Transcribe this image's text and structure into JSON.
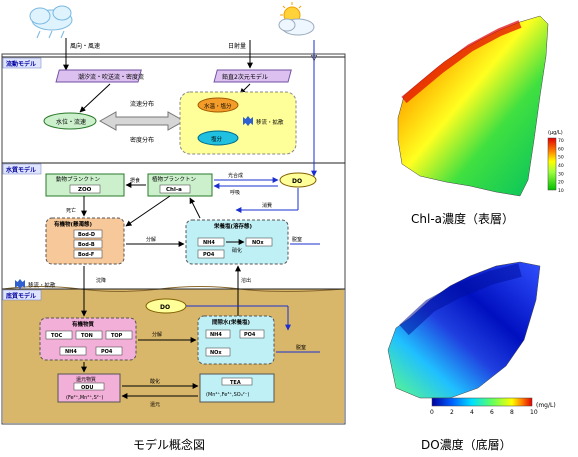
{
  "labels": {
    "weather_sea": "風向・風速",
    "weather_sun": "日射量",
    "layer_atm": "流動モデル",
    "layer_wq": "水質モデル",
    "layer_sed": "底質モデル",
    "model_left": "潮汐流・吹送流・密度流",
    "model_right": "鉛直2次元モデル",
    "flow_label": "水位・流速",
    "temp_label": "水温・塩分",
    "salinity_label": "塩分",
    "flux1": "流速分布",
    "flux2": "密度分布",
    "diffusion": "移流・拡散",
    "phyto": "植物プランクトン",
    "zoo_full": "動物プランクトン",
    "zoo_code": "ZOO",
    "phyto_code": "Chl-a",
    "do": "DO",
    "detritus": "有機物(懸濁態)",
    "organic_items": [
      "Bod-D",
      "Bod-B",
      "Bod-F"
    ],
    "nutrients": "栄養塩(溶存態)",
    "nutrient_items": [
      "NH4",
      "NOx",
      "PO4"
    ],
    "sed_organic": "有機物質",
    "sed_items": [
      "TOC",
      "TON",
      "TOP"
    ],
    "sed_nut_items": [
      "NH4",
      "PO4"
    ],
    "porewater": "間隙水(栄養塩)",
    "pore_items": [
      "NH4",
      "PO4",
      "NOx"
    ],
    "sed_do": "DO",
    "odu_title": "還元物質",
    "odu_code": "ODU",
    "odu_eq": "(Fe²⁺,Mn²⁺,S²⁻)",
    "tea_title": "TEA",
    "tea_eq": "(Mn⁴⁺,Fe³⁺,SO₄²⁻)",
    "arrows": [
      "摂食",
      "排泄",
      "死亡",
      "光合成",
      "呼吸",
      "分解",
      "沈降",
      "溶出",
      "硝化",
      "脱窒",
      "酸化",
      "還元",
      "消費"
    ],
    "caption_left": "モデル概念図",
    "caption_chl": "Chl-a濃度（表層）",
    "caption_do": "DO濃度（底層）",
    "chl_unit": "(µg/L)",
    "chl_ticks": [
      "70",
      "60",
      "50",
      "40",
      "30",
      "20",
      "10"
    ],
    "do_unit": "(mg/L)",
    "do_ticks": [
      "0",
      "2",
      "4",
      "6",
      "8",
      "10"
    ]
  },
  "colors": {
    "atm_bg": "#ffffff",
    "wq_bg": "#ffffff",
    "sed_bg": "#d9b76a",
    "box_green": "#ccf0cc",
    "box_orange": "#f7c89a",
    "box_cyan": "#bff0f5",
    "box_pink": "#f2b0d8",
    "yellow": "#ffff99",
    "purple": "#dcc0f0",
    "arrow_blue": "#1b2fd1"
  }
}
